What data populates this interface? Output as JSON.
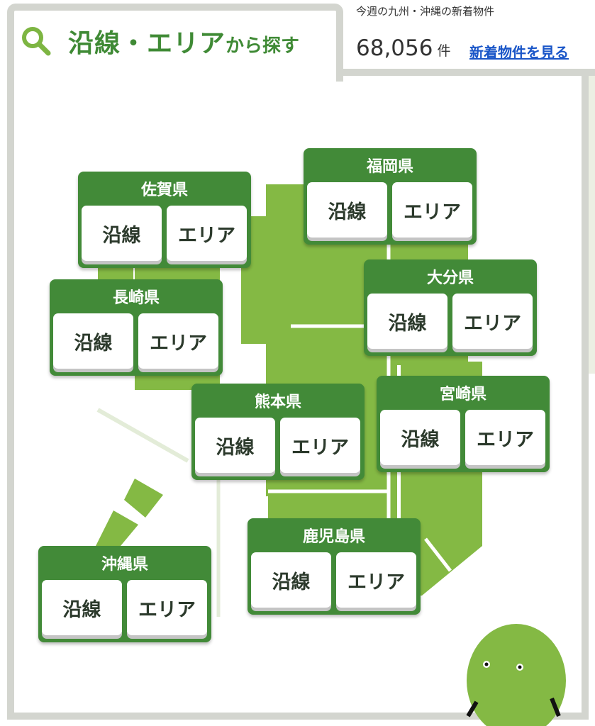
{
  "header": {
    "icon": "search-icon",
    "title": "沿線・エリア",
    "title_suffix": "から探す"
  },
  "new_listings": {
    "label": "今週の九州・沖縄の新着物件",
    "count": "68,056",
    "unit": "件",
    "link": "新着物件を見る"
  },
  "colors": {
    "accent": "#428a38",
    "map": "#84b944",
    "link": "#1a56c8"
  },
  "prefectures": [
    {
      "name": "福岡県",
      "line": "沿線",
      "area": "エリア"
    },
    {
      "name": "佐賀県",
      "line": "沿線",
      "area": "エリア"
    },
    {
      "name": "長崎県",
      "line": "沿線",
      "area": "エリア"
    },
    {
      "name": "大分県",
      "line": "沿線",
      "area": "エリア"
    },
    {
      "name": "熊本県",
      "line": "沿線",
      "area": "エリア"
    },
    {
      "name": "宮崎県",
      "line": "沿線",
      "area": "エリア"
    },
    {
      "name": "鹿児島県",
      "line": "沿線",
      "area": "エリア"
    },
    {
      "name": "沖縄県",
      "line": "沿線",
      "area": "エリア"
    }
  ]
}
